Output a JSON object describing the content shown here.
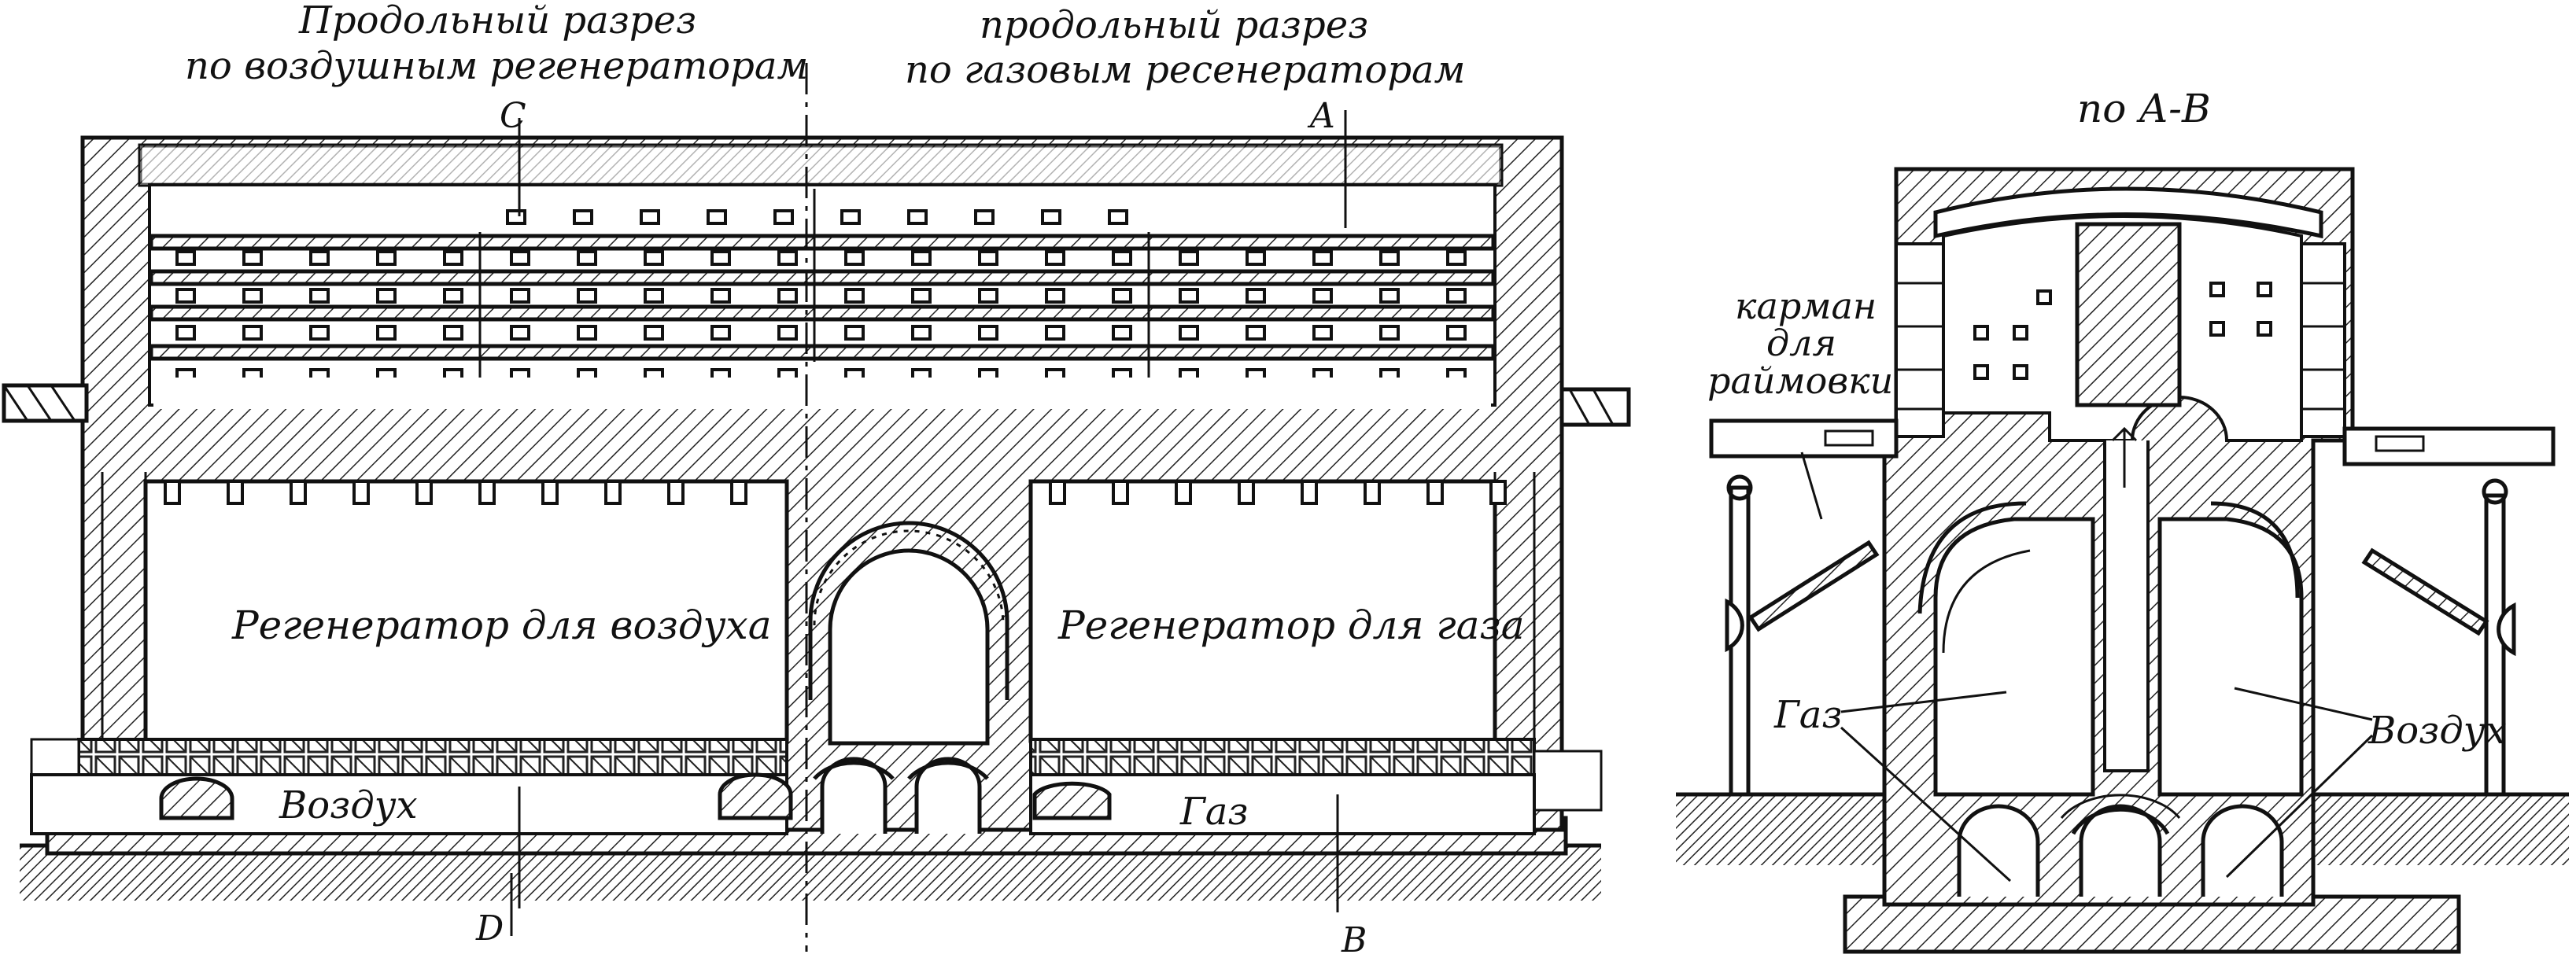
{
  "labels": {
    "title_left_line1": "Продольный разрез",
    "title_left_line2": "по воздушным регенераторам",
    "title_right_line1": "продольный разрез",
    "title_right_line2": "по газовым ресенераторам",
    "title_section": "по А-В",
    "marker_c": "C",
    "marker_a": "A",
    "marker_d": "D",
    "marker_b": "B",
    "regen_air": "Регенератор для воздуха",
    "regen_gas": "Регенератор для газа",
    "flue_air": "Воздух",
    "flue_gas": "Газ",
    "pocket_line1": "карман",
    "pocket_line2": "для",
    "pocket_line3": "раймовки",
    "section_gas": "Газ",
    "section_air": "Воздух"
  }
}
